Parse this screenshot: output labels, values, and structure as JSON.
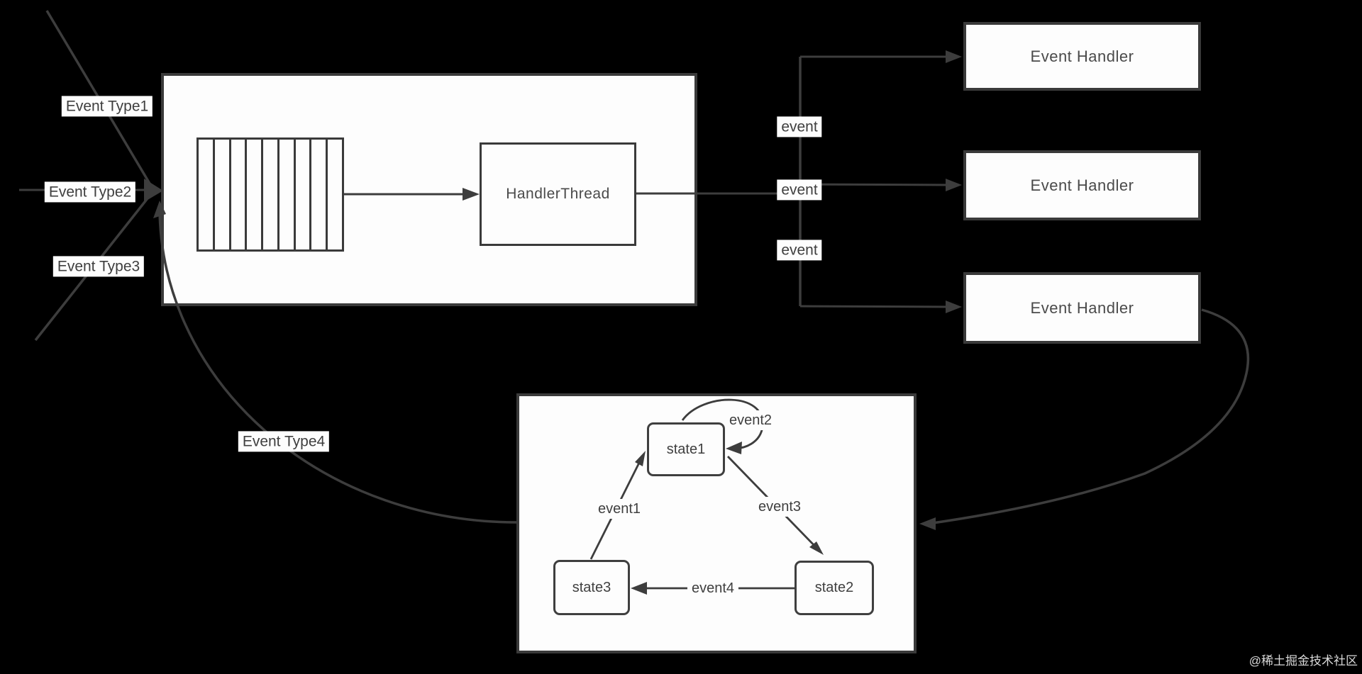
{
  "colors": {
    "background": "#000000",
    "line": "#3d3d3d",
    "box_border": "#3a3a3a",
    "box_fill": "#fdfdfd",
    "text": "#4a4a4a"
  },
  "inputs": {
    "type1": "Event Type1",
    "type2": "Event Type2",
    "type3": "Event Type3",
    "type4": "Event Type4"
  },
  "main_box": {
    "queue_cells": 9,
    "handler_label": "HandlerThread"
  },
  "event_edges": {
    "label1": "event",
    "label2": "event",
    "label3": "event"
  },
  "handlers": {
    "h1": "Event Handler",
    "h2": "Event Handler",
    "h3": "Event Handler"
  },
  "state_machine": {
    "state1": "state1",
    "state2": "state2",
    "state3": "state3",
    "transitions": [
      {
        "label": "event1",
        "from": "state3",
        "to": "state1"
      },
      {
        "label": "event2",
        "from": "state1",
        "to": "state1"
      },
      {
        "label": "event3",
        "from": "state1",
        "to": "state2"
      },
      {
        "label": "event4",
        "from": "state2",
        "to": "state3"
      }
    ]
  },
  "watermark": "@稀土掘金技术社区"
}
